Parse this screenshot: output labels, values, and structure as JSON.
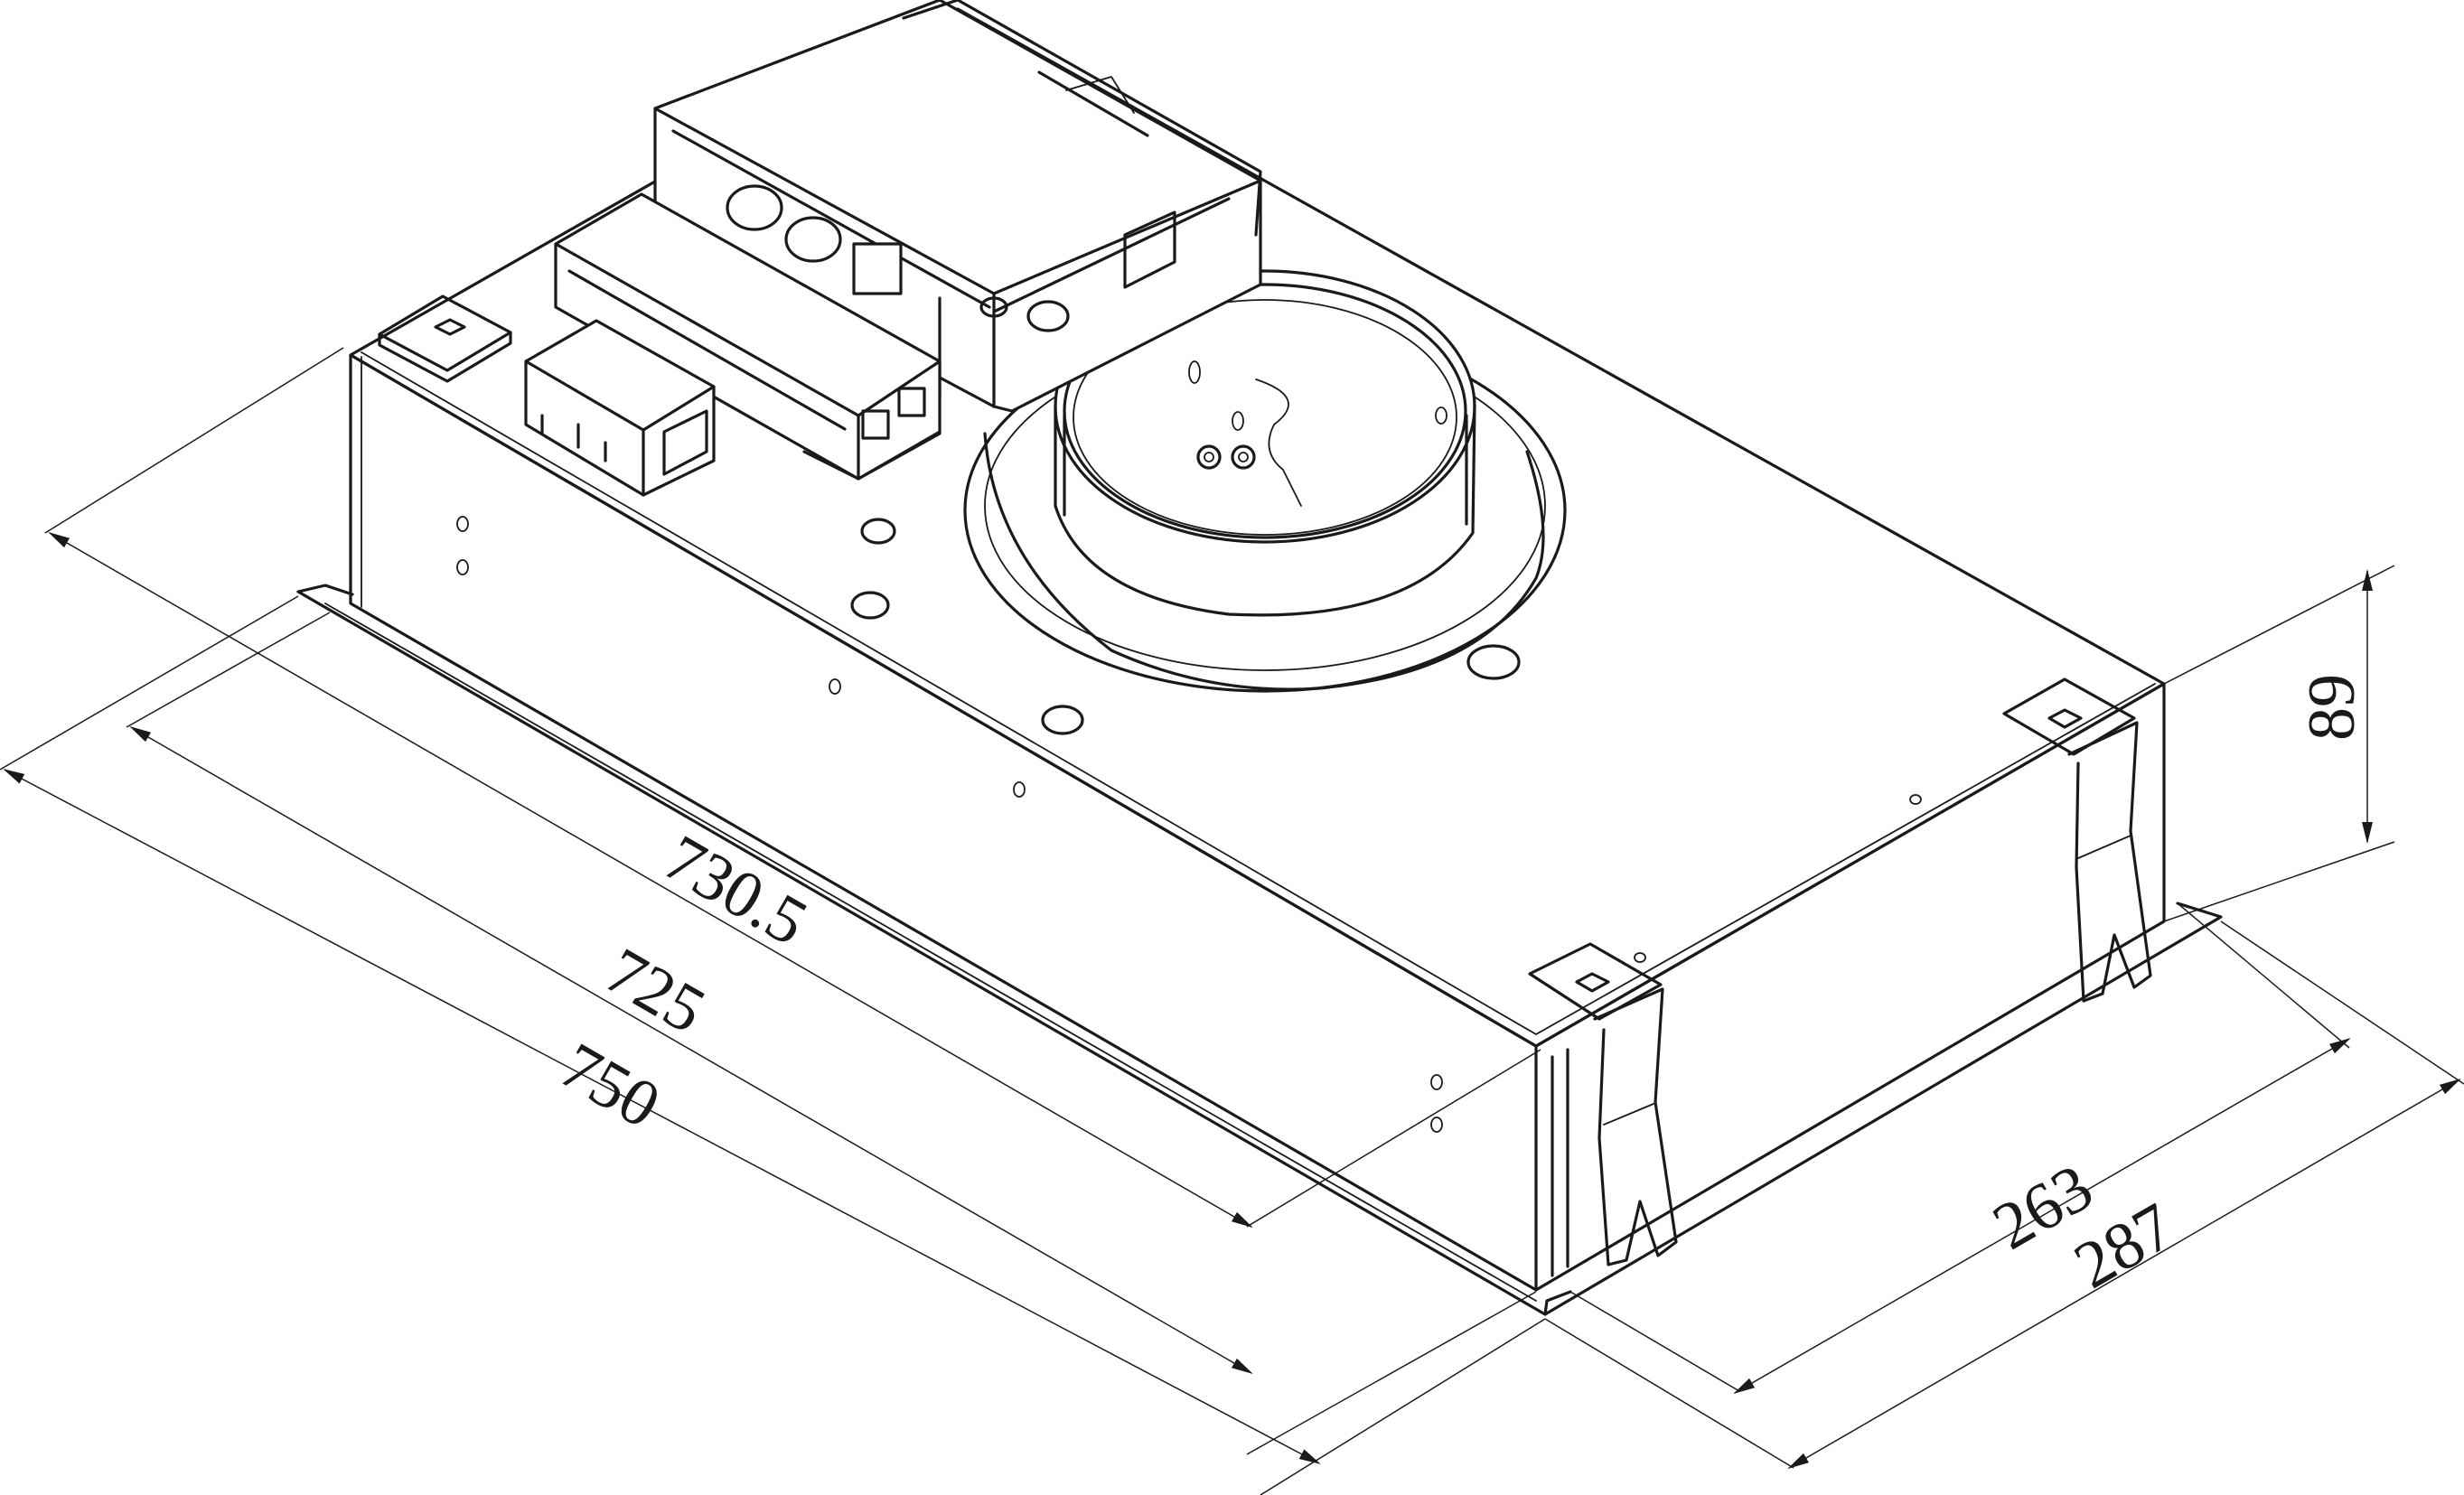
{
  "drawing": {
    "subject": "built-in cooker hood insert, isometric view",
    "stroke_color": "#1a1a1a",
    "background_color": "#ffffff"
  },
  "dimensions": {
    "length_inner": "730.5",
    "length_mid": "725",
    "length_outer": "750",
    "depth_inner": "263",
    "depth_outer": "287",
    "height": "89"
  }
}
